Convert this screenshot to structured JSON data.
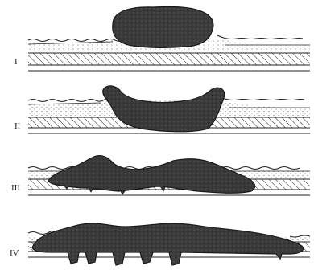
{
  "stages": [
    {
      "label": "I"
    },
    {
      "label": "II"
    },
    {
      "label": "III"
    },
    {
      "label": "IV"
    }
  ],
  "colors": {
    "ink": "#222222",
    "mass_fill": "#3a3a3a",
    "background": "#ffffff"
  }
}
